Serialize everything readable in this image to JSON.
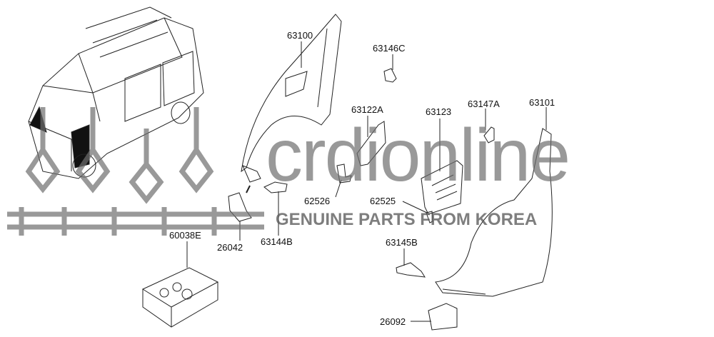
{
  "diagram": {
    "title": "Front fender parts diagram",
    "labels": {
      "p63100": "63100",
      "p63146C": "63146C",
      "p63122A": "63122A",
      "p63147A": "63147A",
      "p63101": "63101",
      "p63123": "63123",
      "p62526": "62526",
      "p63144B": "63144B",
      "p62525": "62525",
      "p63145B": "63145B",
      "p60038E": "60038E",
      "p26042": "26042",
      "p26092": "26092"
    }
  },
  "watermark": {
    "brand": "crdionline",
    "tagline": "GENUINE PARTS FROM KOREA"
  },
  "colors": {
    "line": "#222222",
    "watermark": "#6e6e6e"
  }
}
